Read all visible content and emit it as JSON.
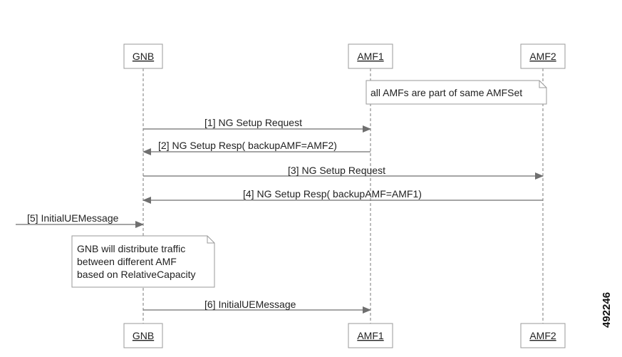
{
  "participants": [
    {
      "id": "gnb",
      "label": "GNB"
    },
    {
      "id": "amf1",
      "label": "AMF1"
    },
    {
      "id": "amf2",
      "label": "AMF2"
    }
  ],
  "messages": [
    {
      "label": "[1] NG Setup Request",
      "from": "gnb",
      "to": "amf1"
    },
    {
      "label": "[2] NG Setup Resp( backupAMF=AMF2)",
      "from": "amf1",
      "to": "gnb"
    },
    {
      "label": "[3] NG Setup Request",
      "from": "gnb",
      "to": "amf2"
    },
    {
      "label": "[4] NG Setup Resp( backupAMF=AMF1)",
      "from": "amf2",
      "to": "gnb"
    },
    {
      "label": "[5] InitialUEMessage",
      "from": "external",
      "to": "gnb"
    },
    {
      "label": "[6] InitialUEMessage",
      "from": "gnb",
      "to": "amf1"
    }
  ],
  "notes": [
    {
      "id": "amfset-note",
      "lines": [
        "all AMFs are part of same AMFSet"
      ]
    },
    {
      "id": "gnb-note",
      "lines": [
        "GNB will distribute traffic",
        "between different AMF",
        "based on RelativeCapacity"
      ]
    }
  ],
  "figure_id": "492246",
  "colors": {
    "line": "#7a7a7a",
    "arrow": "#6f6f6f",
    "box_border": "#9a9a9a",
    "text": "#222222"
  }
}
